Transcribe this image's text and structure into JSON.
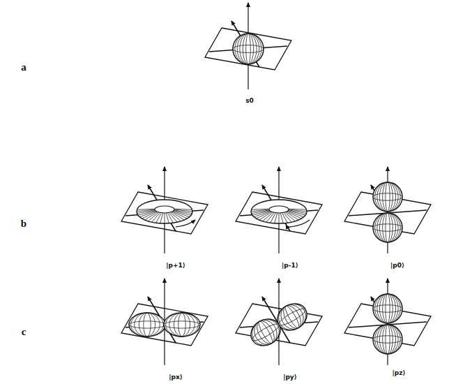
{
  "diagram": {
    "labels": [
      "a",
      "b",
      "c",
      "s0",
      "|p+1⟩",
      "|p-1⟩",
      "|p0⟩",
      "|px⟩",
      "|py⟩",
      "|pz⟩"
    ]
  }
}
